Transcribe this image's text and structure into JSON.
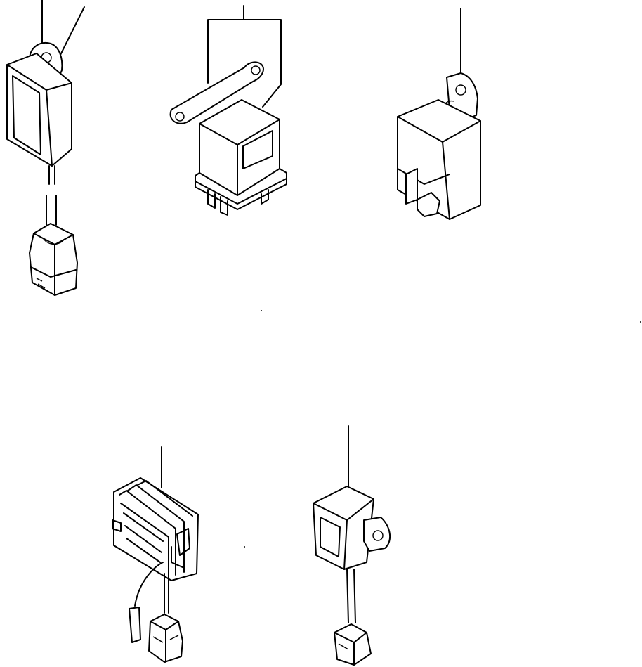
{
  "figure": {
    "components": [
      {
        "id": "relay-flasher-with-lead",
        "kind": "relay with bracket and lead connector"
      },
      {
        "id": "relay-box-with-plate",
        "kind": "relay box with mounting plate"
      },
      {
        "id": "relay-with-tab",
        "kind": "relay with mounting tab"
      },
      {
        "id": "regulator-finned",
        "kind": "finned regulator with lead and connector"
      },
      {
        "id": "sensor-unit-with-lead",
        "kind": "unit with mounting ear and lead connector"
      }
    ],
    "line_color": "#000000",
    "background": "#ffffff"
  }
}
